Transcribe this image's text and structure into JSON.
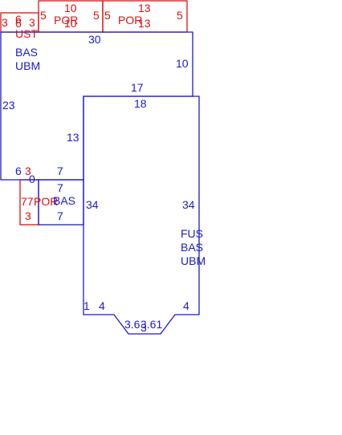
{
  "colors": {
    "blue": "#1a1acc",
    "red": "#dd1111"
  },
  "labels": {
    "ust_left": "3",
    "ust_top": "6",
    "ust_right": "3",
    "ust_bottom": "6",
    "ust_name": "UST",
    "por1_top": "10",
    "por1_left": "5",
    "por1_right": "5",
    "por1_bottom": "10",
    "por1_name": "POR",
    "por2_top": "13",
    "por2_left": "5",
    "por2_right": "5",
    "por2_bottom": "13",
    "por2_name": "POR",
    "main_top": "30",
    "main_name_1": "BAS",
    "main_name_2": "UBM",
    "main_right": "10",
    "main_left": "23",
    "step_top": "17",
    "fus_top": "18",
    "inner_left": "13",
    "bottom_left_6": "6",
    "red_3_top": "3",
    "small_0": "0",
    "bottom_7_a": "7",
    "bottom_7_b": "7",
    "bottom_7_c": "7",
    "red_77": "77",
    "red_por_bas": "POR",
    "bas_small": "BAS",
    "red_3_bottom": "3",
    "fus_left_34": "34",
    "fus_right_34": "34",
    "fus_name_1": "FUS",
    "fus_name_2": "BAS",
    "fus_name_3": "UBM",
    "bottom_1": "1",
    "bottom_4_left": "4",
    "bottom_4_right": "4",
    "bay_label": "3.6",
    "bay_label_2": "3.61",
    "bay_bottom": "3"
  }
}
